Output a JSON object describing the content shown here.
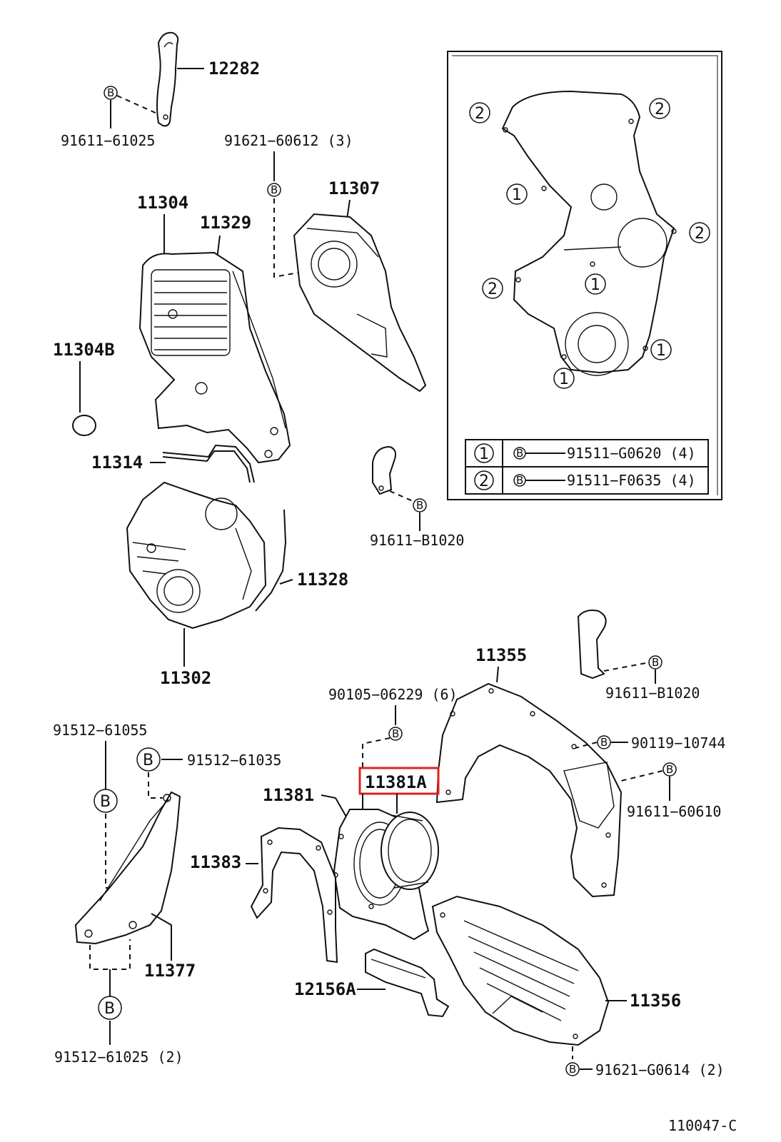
{
  "diagram_code": "110047-C",
  "highlight_color": "#e02020",
  "parts": {
    "p12282": "12282",
    "p91611_61025": "91611−61025",
    "p91621_60612": "91621−60612 (3)",
    "p11307": "11307",
    "p11304": "11304",
    "p11329": "11329",
    "p11304B": "11304B",
    "p11314": "11314",
    "p91611_B1020_a": "91611−B1020",
    "p11328": "11328",
    "p11302": "11302",
    "p11355": "11355",
    "p91611_B1020_b": "91611−B1020",
    "p90105_06229": "90105−06229 (6)",
    "p90119_10744": "90119−10744",
    "p91512_61055": "91512−61055",
    "p91512_61035": "91512−61035",
    "p11381A": "11381A",
    "p91611_60610": "91611−60610",
    "p11381": "11381",
    "p11383": "11383",
    "p11377": "11377",
    "p12156A": "12156A",
    "p11356": "11356",
    "p91512_61025": "91512−61025 (2)",
    "p91621_G0614": "91621−G0614 (2)"
  },
  "symbols": {
    "b": "B",
    "one": "1",
    "two": "2"
  },
  "legend": {
    "rows": [
      {
        "key": "1",
        "part": "91511−G0620 (4)"
      },
      {
        "key": "2",
        "part": "91511−F0635 (4)"
      }
    ]
  }
}
